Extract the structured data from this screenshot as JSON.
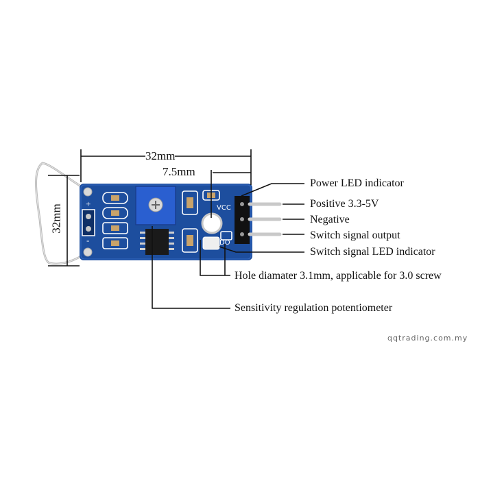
{
  "dimensions": {
    "width": "32mm",
    "hole_offset": "7.5mm",
    "height": "32mm"
  },
  "callouts": {
    "power_led": "Power LED indicator",
    "positive": "Positive 3.3-5V",
    "negative": "Negative",
    "signal_output": "Switch signal output",
    "signal_led": "Switch signal LED indicator",
    "hole": "Hole diamater 3.1mm, applicable for 3.0 screw",
    "potentiometer": "Sensitivity regulation potentiometer"
  },
  "board_silkscreen": {
    "plus": "+",
    "minus": "-",
    "vcc": "VCC",
    "do": "DO"
  },
  "watermark": "qqtrading.com.my",
  "colors": {
    "pcb": "#1d4e9e",
    "potentiometer": "#2a5fd0",
    "lines": "#111111"
  }
}
